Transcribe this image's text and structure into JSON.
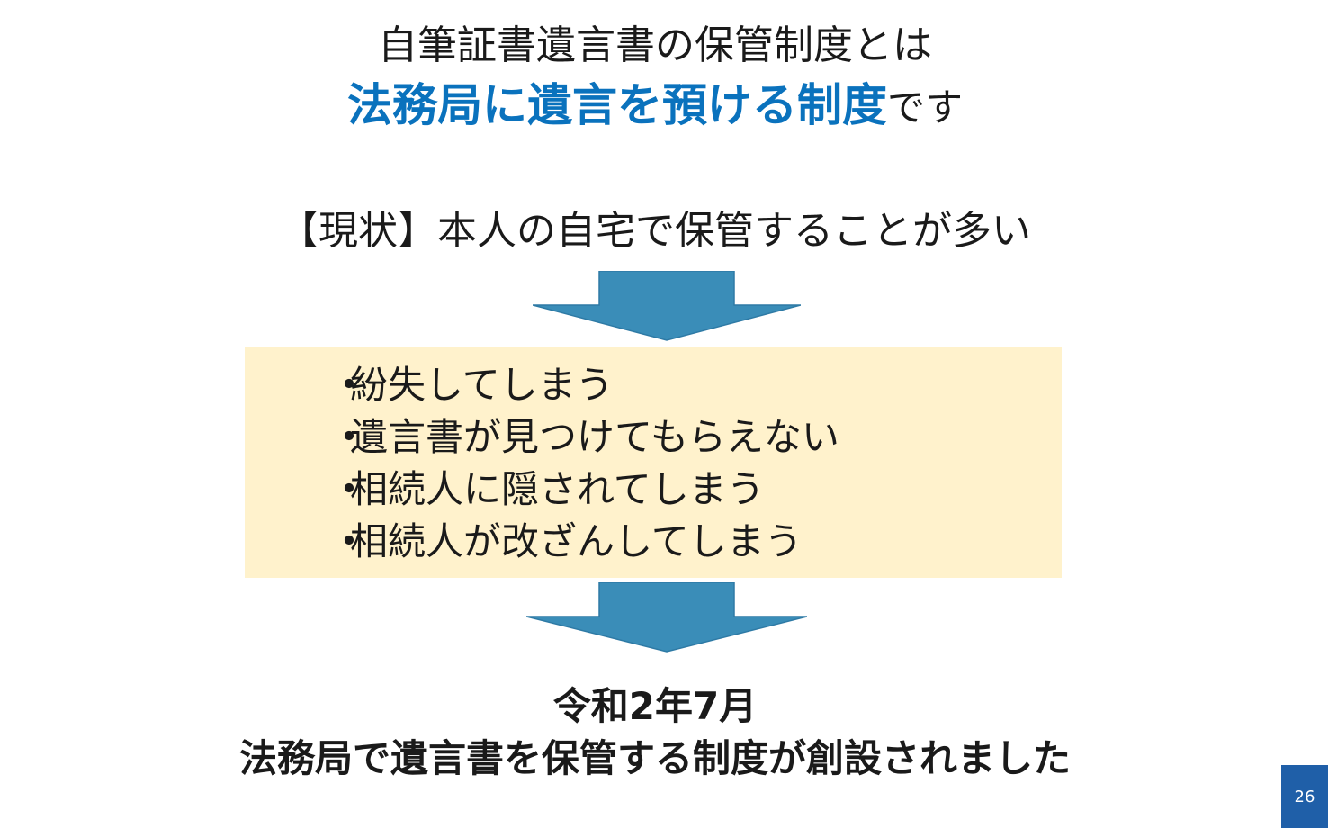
{
  "title": {
    "line1": "自筆証書遺言書の保管制度とは",
    "line2_highlight": "法務局に遺言を預ける制度",
    "line2_tail": "です"
  },
  "status": "【現状】本人の自宅で保管することが多い",
  "problems": {
    "bullet": "・",
    "items": [
      "紛失してしまう",
      "遺言書が見つけてもらえない",
      "相続人に隠されてしまう",
      "相続人が改ざんしてしまう"
    ]
  },
  "result": {
    "line1": "令和2年7月",
    "line2": "法務局で遺言書を保管する制度が創設されました"
  },
  "page_number": "26",
  "colors": {
    "highlight": "#0a72bd",
    "arrow": "#3a8db8",
    "box": "#fff2cc",
    "page_badge": "#1f5fa8"
  }
}
